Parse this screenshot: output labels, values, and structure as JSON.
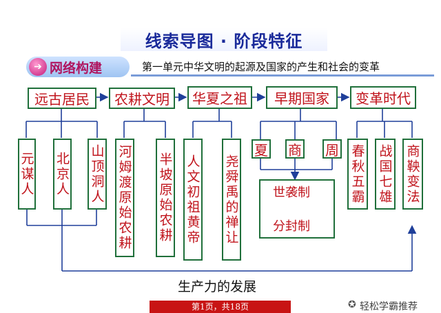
{
  "header": {
    "title": "线索导图 · 阶段特征",
    "badge": "网络构建",
    "subtitle": "第一单元中华文明的起源及国家的产生和社会的变革"
  },
  "diagram": {
    "stages": [
      "远古居民",
      "农耕文明",
      "华夏之祖",
      "早期国家",
      "变革时代"
    ],
    "ancient_people": [
      "元谋人",
      "北京人",
      "山顶洞人"
    ],
    "farming": [
      "河姆渡原始农耕",
      "半坡原始农耕"
    ],
    "ancestors": [
      "人文初祖黄帝",
      "尧舜禹的禅让"
    ],
    "dynasties": [
      "夏",
      "商",
      "周"
    ],
    "systems": [
      "世袭制",
      "分封制"
    ],
    "reform": [
      "春秋五霸",
      "战国七雄",
      "商鞅变法"
    ],
    "bottom_label": "生产力的发展"
  },
  "footer": {
    "page_label": "第1页，共18页"
  },
  "watermark": "轻松学霸推荐",
  "colors": {
    "box_border": "#1f6f3a",
    "box_text": "#c0141c",
    "line": "#1f3f9a",
    "footer_bg": "#c81414"
  }
}
